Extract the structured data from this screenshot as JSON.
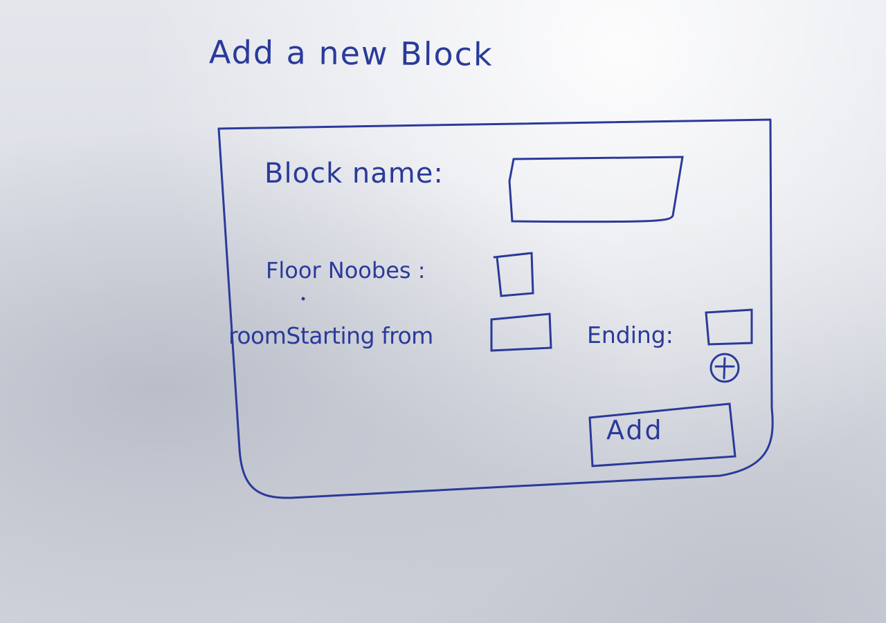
{
  "title": "Add a new Block",
  "form": {
    "block_name_label": "Block name:",
    "block_name_value": "",
    "floor_numbers_label": "Floor Noobes :",
    "floor_numbers_value": "",
    "room_start_label": "roomStarting from",
    "room_start_value": "",
    "room_end_label": "Ending:",
    "room_end_value": "",
    "add_room_icon": "plus-circle-icon",
    "add_button_label": "Add"
  },
  "colors": {
    "ink": "#2a3a9a",
    "paper": "#dfe1e7"
  }
}
